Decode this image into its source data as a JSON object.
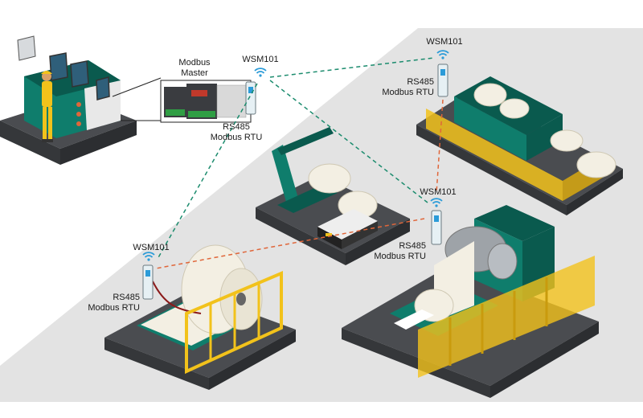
{
  "labels": {
    "modbus_master": [
      "Modbus",
      "Master"
    ],
    "wsm_master": "WSM101",
    "rs485_master": [
      "RS485",
      "Modbus RTU"
    ],
    "wsm_top_right": "WSM101",
    "rs485_top_right": [
      "RS485",
      "Modbus RTU"
    ],
    "wsm_middle_right": "WSM101",
    "rs485_middle_right": [
      "RS485",
      "Modbus RTU"
    ],
    "wsm_left": "WSM101",
    "rs485_left": [
      "RS485",
      "Modbus RTU"
    ]
  },
  "colors": {
    "background": "#ffffff",
    "floor": "#e3e3e3",
    "platform": "#4a4c50",
    "platform_side": "#35373a",
    "machine_green": "#0f7d6c",
    "machine_green_dark": "#0a5a4e",
    "fence_yellow": "#f2c21b",
    "paper": "#f3efe3",
    "link_green": "#1c8c6e",
    "link_orange": "#e0663a",
    "wifi_blue": "#2b9bd8"
  },
  "icons": [
    "wifi-icon",
    "worker-icon",
    "control-panel-icon",
    "plc-icon",
    "agv-robot-icon",
    "paper-roll-icon"
  ]
}
